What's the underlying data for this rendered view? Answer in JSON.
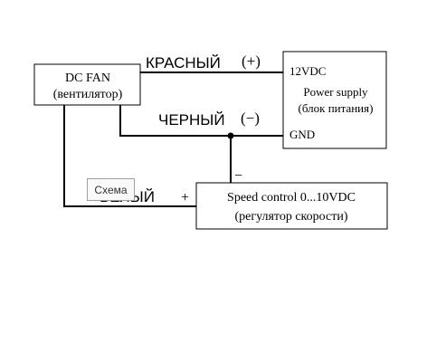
{
  "fan": {
    "line1": "DC FAN",
    "line2": "(вентилятор)"
  },
  "power_supply": {
    "terminal_12v": "12VDC",
    "line1": "Power supply",
    "line2": "(блок питания)",
    "terminal_gnd": "GND"
  },
  "speed_control": {
    "line1": "Speed control 0...10VDC",
    "line2": "(регулятор скорости)"
  },
  "wires": {
    "red": {
      "label": "КРАСНЫЙ",
      "polarity": "(+)"
    },
    "black": {
      "label": "ЧЕРНЫЙ",
      "polarity": "(−)"
    },
    "white": {
      "label": "БЕЛЫЙ",
      "polarity": "+"
    },
    "control_minus": "−"
  },
  "tooltip": {
    "text": "Схема"
  }
}
